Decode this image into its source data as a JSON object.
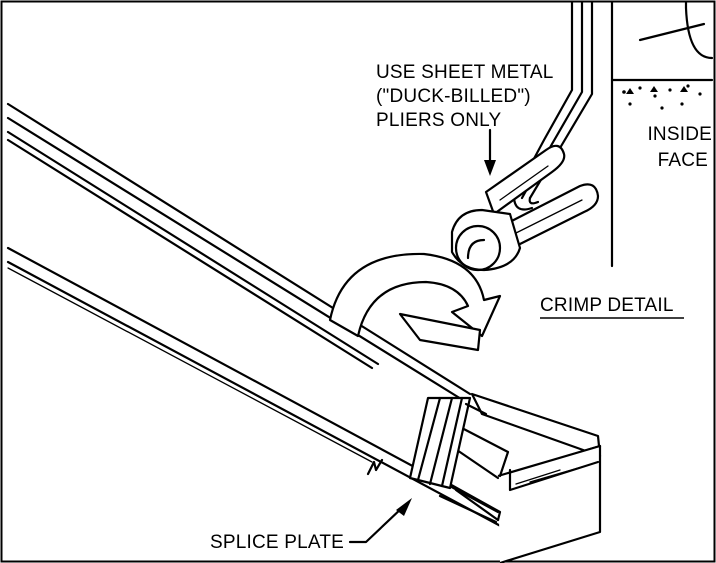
{
  "labels": {
    "pliers_line1": "USE SHEET METAL",
    "pliers_line2": "(\"DUCK-BILLED\")",
    "pliers_line3": "PLIERS ONLY",
    "inside_line1": "INSIDE",
    "inside_line2": "FACE",
    "crimp_detail": "CRIMP DETAIL",
    "splice_plate": "SPLICE PLATE"
  },
  "icons": [
    "duck-billed-pliers-icon",
    "crimp-arrow-icon",
    "leader-arrow-icon"
  ],
  "colors": {
    "line": "#000000",
    "background": "#ffffff"
  }
}
